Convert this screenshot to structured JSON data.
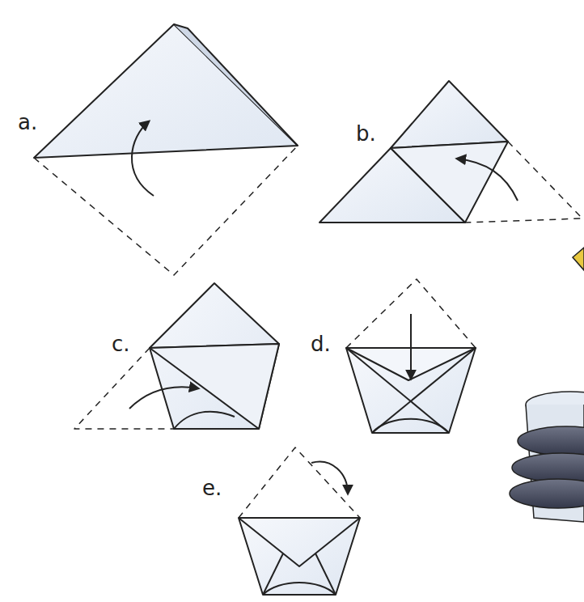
{
  "diagram": {
    "labels": [
      "a.",
      "b.",
      "c.",
      "d.",
      "e."
    ]
  }
}
